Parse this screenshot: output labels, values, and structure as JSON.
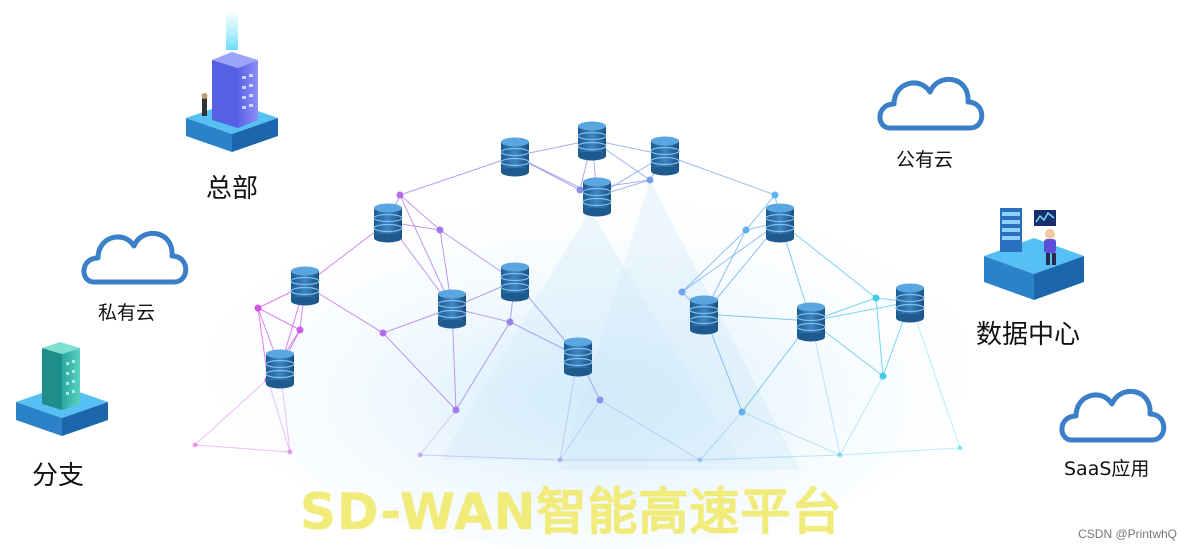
{
  "nodes": {
    "hq": {
      "label": "总部"
    },
    "private_cloud": {
      "label": "私有云"
    },
    "branch": {
      "label": "分支"
    },
    "public_cloud": {
      "label": "公有云"
    },
    "datacenter": {
      "label": "数据中心"
    },
    "saas": {
      "label": "SaaS应用"
    }
  },
  "platform": {
    "title": "SD-WAN智能高速平台"
  },
  "watermark": "CSDN @PrintwhQ",
  "colors": {
    "cloud_stroke": "#3a7fc8",
    "title": "#f1ec7a",
    "mesh_left": "#e040e6",
    "mesh_right": "#28d8ea",
    "db_blue": "#2f6fa8"
  }
}
